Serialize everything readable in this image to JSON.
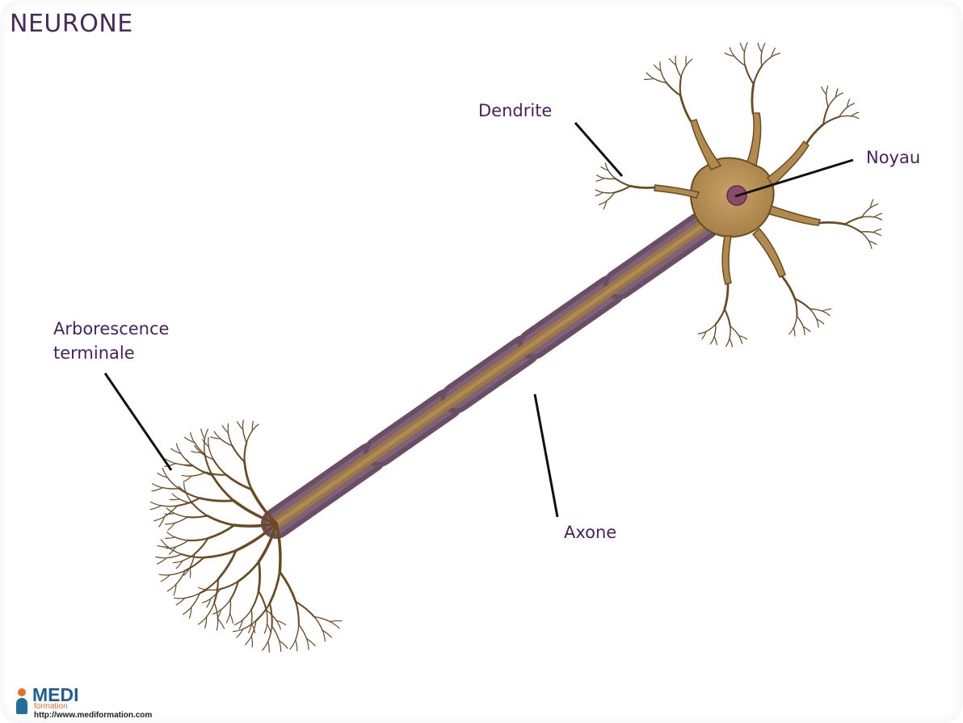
{
  "title": "NEURONE",
  "labels": {
    "dendrite": "Dendrite",
    "noyau": "Noyau",
    "arborescence_line1": "Arborescence",
    "arborescence_line2": "terminale",
    "axone": "Axone"
  },
  "logo": {
    "name": "MEDI",
    "subtitle": "formation",
    "url": "http://www.mediformation.com"
  },
  "colors": {
    "label_text": "#4a2160",
    "axon_fill": "#9c7a45",
    "myelin_fill": "#6a4e66",
    "neuron_body": "#b08a4e",
    "nucleus": "#8a4a6a",
    "leader_line": "#111111"
  }
}
